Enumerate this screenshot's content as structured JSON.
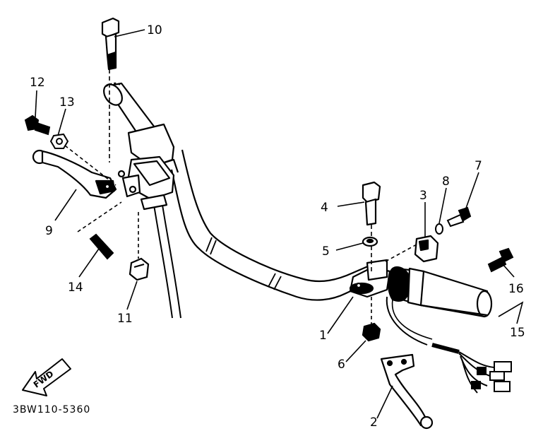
{
  "diagram": {
    "part_code": "3BW110-5360",
    "direction_label": "FWD",
    "callouts": {
      "c1": "1",
      "c2": "2",
      "c3": "3",
      "c4": "4",
      "c5": "5",
      "c6": "6",
      "c7": "7",
      "c8": "8",
      "c9": "9",
      "c10": "10",
      "c11": "11",
      "c12": "12",
      "c13": "13",
      "c14": "14",
      "c15": "15",
      "c16": "16"
    }
  }
}
